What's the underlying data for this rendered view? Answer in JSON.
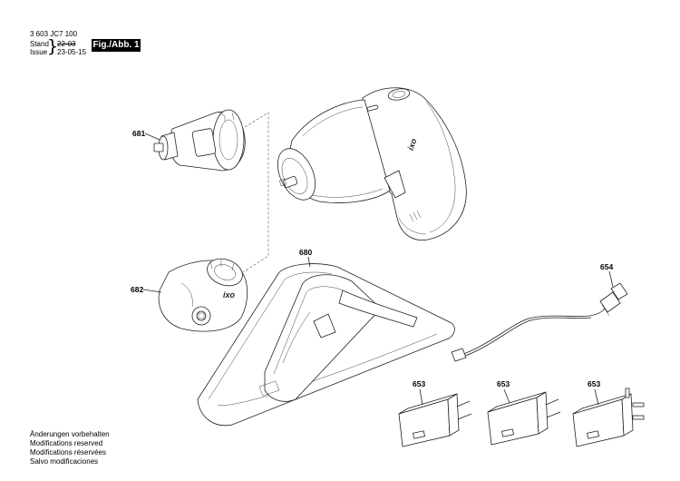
{
  "header": {
    "doc_number": "3 603 JC7 100",
    "stand_label": "Stand",
    "issue_label": "Issue",
    "stand_date": "22-03",
    "issue_date": "23-05-15",
    "figure_label": "Fig./Abb. 1"
  },
  "callouts": {
    "p681": "681",
    "p682": "682",
    "p680": "680",
    "p654": "654",
    "p653a": "653",
    "p653b": "653",
    "p653c": "653"
  },
  "drawing_text": {
    "tool_logo": "ixo",
    "adapter_logo": "ixo"
  },
  "footer_notes": [
    "Änderungen vorbehalten",
    "Modifications reserved",
    "Modifications réservées",
    "Salvo modificaciones"
  ]
}
